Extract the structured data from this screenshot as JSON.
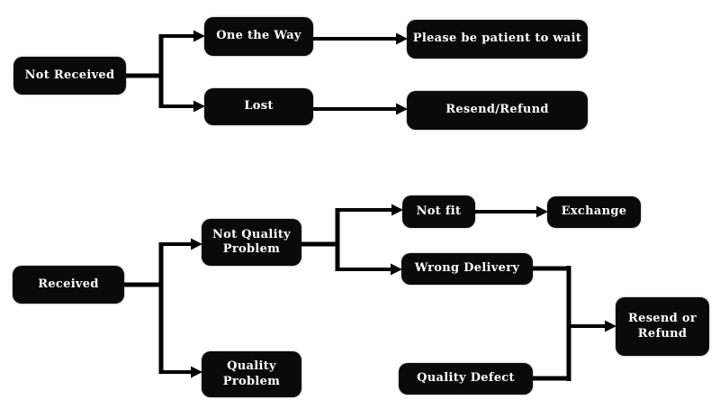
{
  "diagram": {
    "type": "flowchart",
    "colors": {
      "node_background": "#0a0a0a",
      "node_text": "#ffffff",
      "connector": "#000000",
      "canvas_background": "#ffffff"
    },
    "nodes": {
      "not_received": {
        "label": "Not Received"
      },
      "one_the_way": {
        "label": "One the Way"
      },
      "lost": {
        "label": "Lost"
      },
      "please_wait": {
        "label": "Please be patient to wait"
      },
      "resend_refund": {
        "label": "Resend/Refund"
      },
      "received": {
        "label": "Received"
      },
      "not_quality_problem": {
        "label": "Not Quality Problem"
      },
      "quality_problem": {
        "label": "Quality Problem"
      },
      "not_fit": {
        "label": "Not fit"
      },
      "exchange": {
        "label": "Exchange"
      },
      "wrong_delivery": {
        "label": "Wrong Delivery"
      },
      "quality_defect": {
        "label": "Quality Defect"
      },
      "resend_or_refund": {
        "label": "Resend or Refund"
      }
    },
    "edges": [
      {
        "from": "Not Received",
        "to": "One the Way"
      },
      {
        "from": "Not Received",
        "to": "Lost"
      },
      {
        "from": "One the Way",
        "to": "Please be patient to wait"
      },
      {
        "from": "Lost",
        "to": "Resend/Refund"
      },
      {
        "from": "Received",
        "to": "Not Quality Problem"
      },
      {
        "from": "Received",
        "to": "Quality Problem"
      },
      {
        "from": "Not Quality Problem",
        "to": "Not fit"
      },
      {
        "from": "Not Quality Problem",
        "to": "Wrong Delivery"
      },
      {
        "from": "Not fit",
        "to": "Exchange"
      },
      {
        "from": "Quality Problem",
        "to": "Quality Defect"
      },
      {
        "from": "Wrong Delivery",
        "to": "Resend or Refund"
      },
      {
        "from": "Quality Defect",
        "to": "Resend or Refund"
      }
    ]
  }
}
